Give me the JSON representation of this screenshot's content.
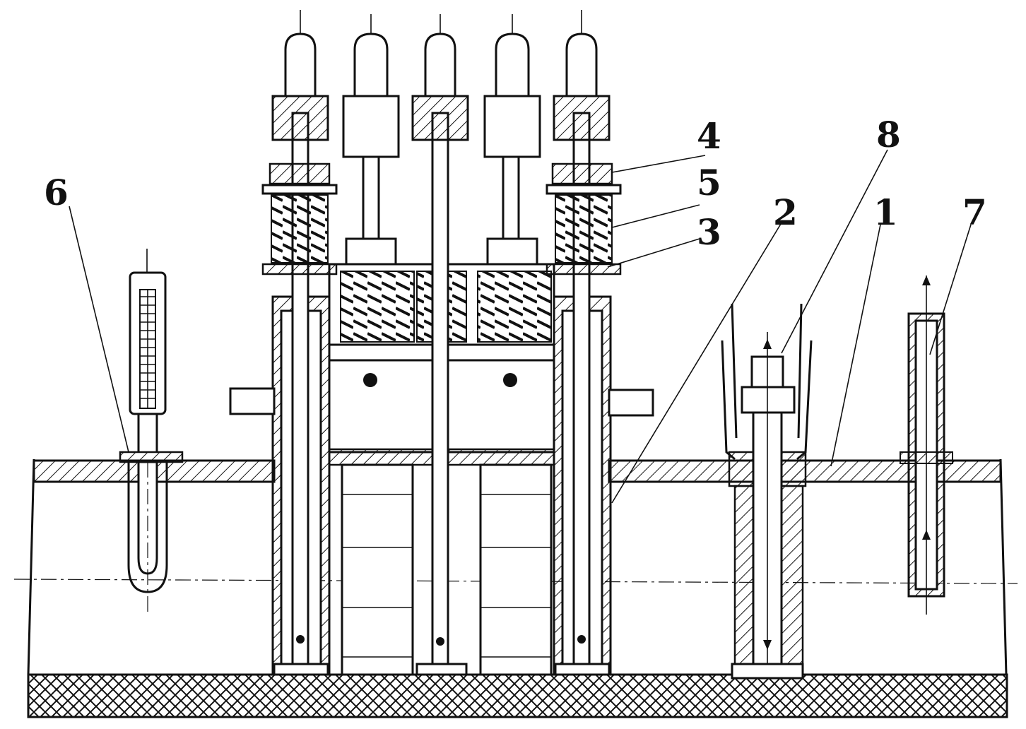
{
  "labels": [
    {
      "id": "6",
      "text": "6"
    },
    {
      "id": "4",
      "text": "4"
    },
    {
      "id": "5",
      "text": "5"
    },
    {
      "id": "3",
      "text": "3"
    },
    {
      "id": "2",
      "text": "2"
    },
    {
      "id": "8",
      "text": "8"
    },
    {
      "id": "1",
      "text": "1"
    },
    {
      "id": "7",
      "text": "7"
    }
  ]
}
